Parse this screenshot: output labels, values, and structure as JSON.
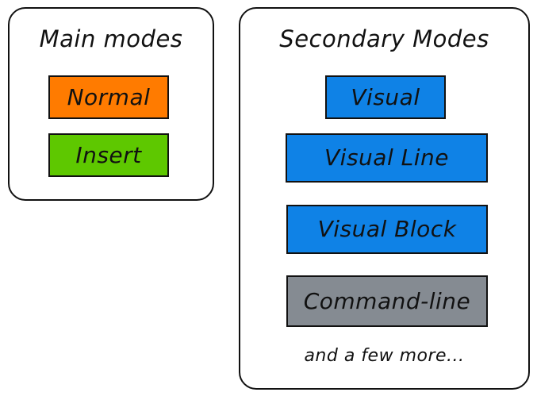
{
  "main_panel": {
    "title": "Main modes",
    "modes": [
      {
        "label": "Normal",
        "color": "#ff7b00"
      },
      {
        "label": "Insert",
        "color": "#5ec800"
      }
    ]
  },
  "secondary_panel": {
    "title": "Secondary Modes",
    "modes": [
      {
        "label": "Visual",
        "color": "#0f82e6"
      },
      {
        "label": "Visual Line",
        "color": "#0f82e6"
      },
      {
        "label": "Visual Block",
        "color": "#0f82e6"
      },
      {
        "label": "Command-line",
        "color": "#858b92"
      }
    ],
    "note": "and a few more..."
  }
}
